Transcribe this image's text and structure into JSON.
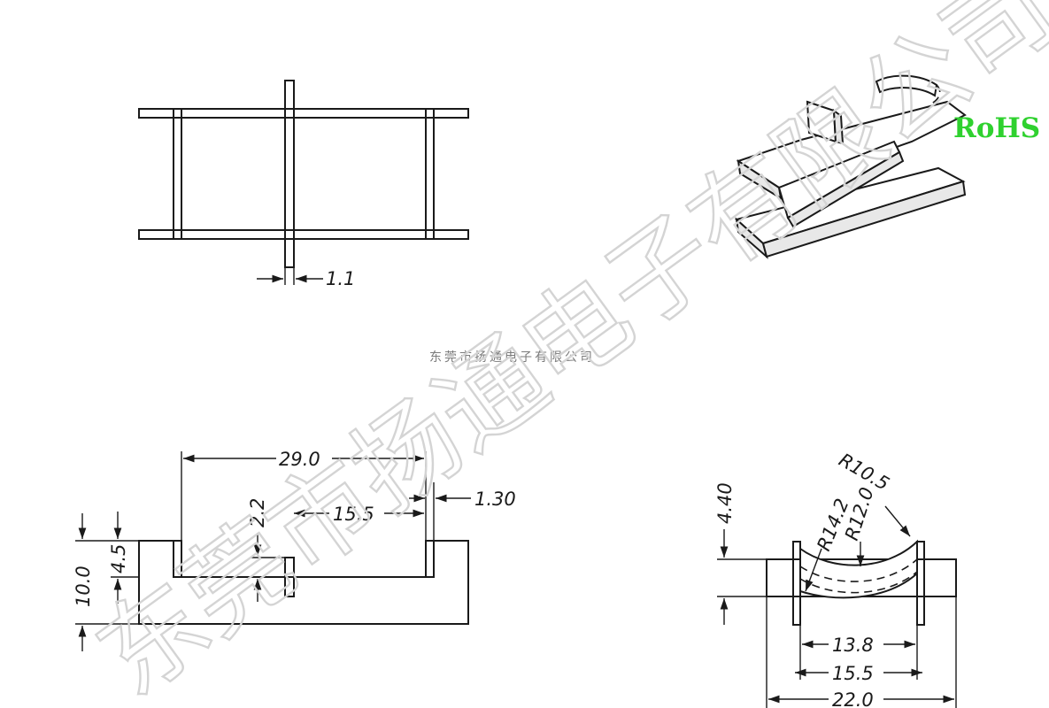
{
  "watermark": {
    "text": "东莞市扬通电子有限公司"
  },
  "caption": {
    "text": "东莞市扬通电子有限公司"
  },
  "badge": {
    "text": "RoHS",
    "color": "#2fd12f"
  },
  "dimensions": {
    "top_view_thickness": "1.1",
    "front_width": "29.0",
    "front_inner": "15.5",
    "front_tab": "1.30",
    "front_slot": "2.2",
    "front_height": "10.0",
    "front_lower": "4.5",
    "side_height": "4.40",
    "side_r1": "R10.5",
    "side_r2": "R12.0",
    "side_r3": "R14.2",
    "side_w1": "13.8",
    "side_w2": "15.5",
    "side_w3": "22.0"
  }
}
